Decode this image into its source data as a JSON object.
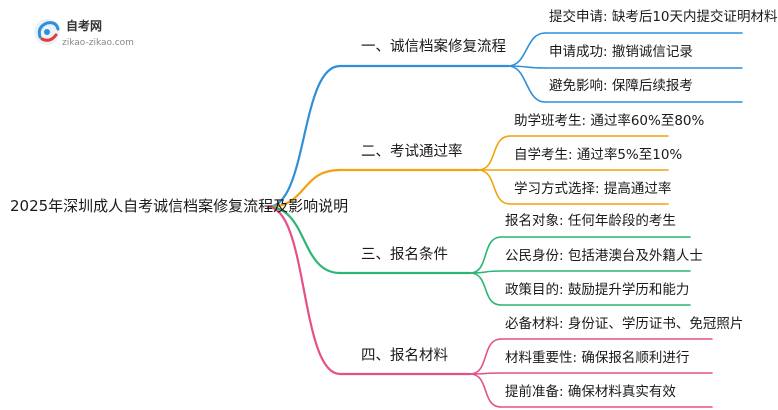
{
  "logo": {
    "title": "自考网",
    "url": "zikao-zikao.com"
  },
  "root": "2025年深圳成人自考诚信档案修复流程及影响说明",
  "branches": [
    {
      "label": "一、诚信档案修复流程",
      "color": "#2f8fd8",
      "children": [
        "提交申请: 缺考后10天内提交证明材料",
        "申请成功: 撤销诚信记录",
        "避免影响: 保障后续报考"
      ]
    },
    {
      "label": "二、考试通过率",
      "color": "#f2a20f",
      "children": [
        "助学班考生: 通过率60%至80%",
        "自学考生: 通过率5%至10%",
        "学习方式选择: 提高通过率"
      ]
    },
    {
      "label": "三、报名条件",
      "color": "#2bb673",
      "children": [
        "报名对象: 任何年龄段的考生",
        "公民身份: 包括港澳台及外籍人士",
        "政策目的: 鼓励提升学历和能力"
      ]
    },
    {
      "label": "四、报名材料",
      "color": "#e6508a",
      "children": [
        "必备材料: 身份证、学历证书、免冠照片",
        "材料重要性: 确保报名顺利进行",
        "提前准备: 确保材料真实有效"
      ]
    }
  ]
}
